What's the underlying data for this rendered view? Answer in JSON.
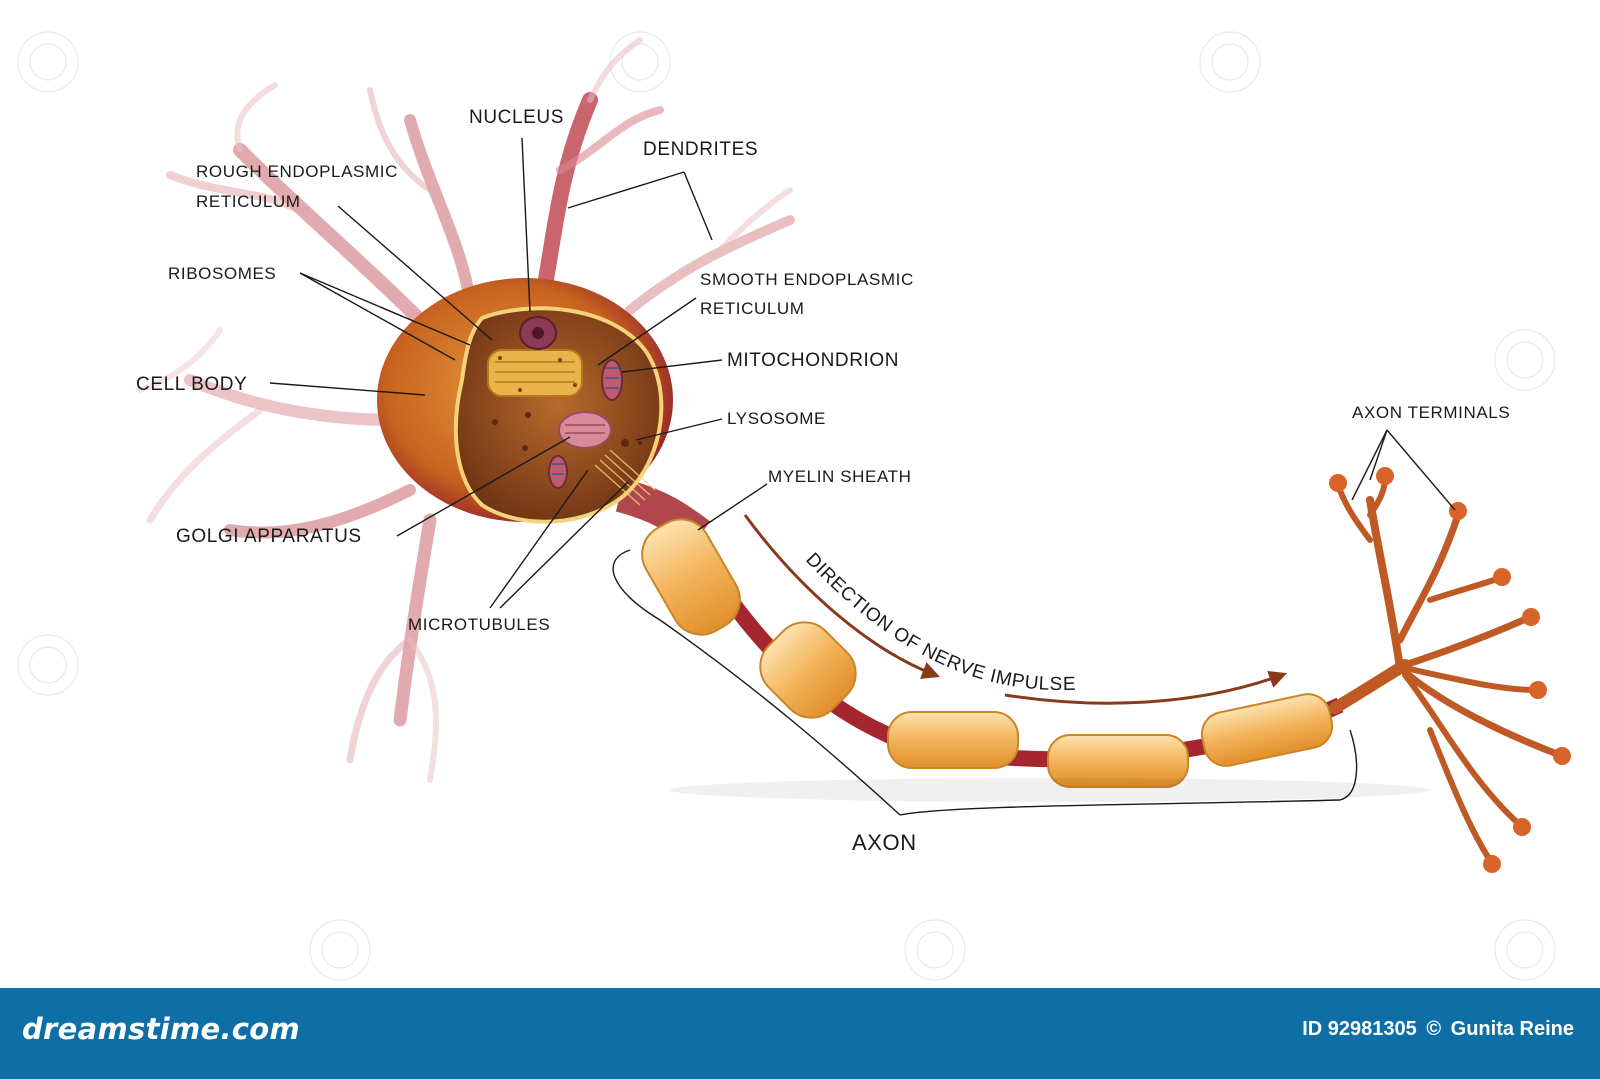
{
  "labels": {
    "nucleus": "NUCLEUS",
    "dendrites": "DENDRITES",
    "rough_er_line1": "ROUGH ENDOPLASMIC",
    "rough_er_line2": "RETICULUM",
    "ribosomes": "RIBOSOMES",
    "smooth_er_line1": "SMOOTH ENDOPLASMIC",
    "smooth_er_line2": "RETICULUM",
    "mitochondrion": "MITOCHONDRION",
    "cell_body": "CELL BODY",
    "lysosome": "LYSOSOME",
    "myelin_sheath": "MYELIN SHEATH",
    "golgi_apparatus": "GOLGI APPARATUS",
    "microtubules": "MICROTUBULES",
    "axon_terminals": "AXON TERMINALS",
    "axon": "AXON",
    "direction": "DIRECTION OF NERVE IMPULSE"
  },
  "footer": {
    "brand": "dreamstime.com",
    "id_text": "ID 92981305",
    "copyright_symbol": "©",
    "author": "Gunita Reine"
  },
  "colors": {
    "footer_bg": "#0e6fa6",
    "cell_body": "#c8621f",
    "cell_membrane": "#8e1b2a",
    "myelin": "#f3b35a",
    "arrow": "#8a3a1c"
  }
}
